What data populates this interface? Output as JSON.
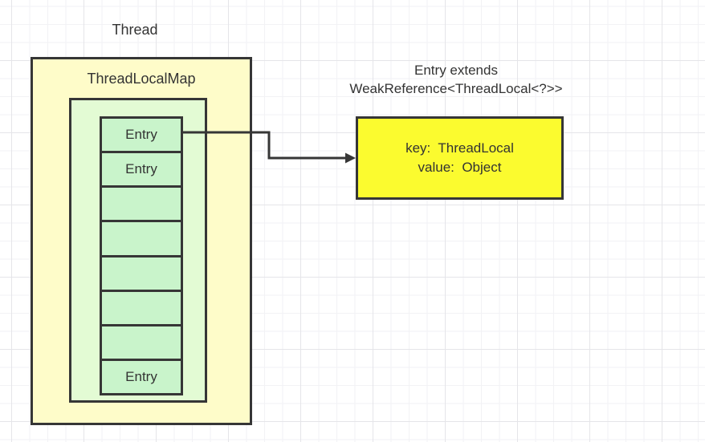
{
  "canvas": {
    "thread_label": "Thread",
    "threadlocalmap": {
      "title": "ThreadLocalMap",
      "entries": [
        "Entry",
        "Entry",
        "",
        "",
        "",
        "",
        "",
        "Entry"
      ]
    },
    "entry_note": {
      "line1": "Entry extends",
      "line2": "WeakReference<ThreadLocal<?>>"
    },
    "entry_detail": {
      "line1": "key:  ThreadLocal",
      "line2": "value:  Object"
    },
    "colors": {
      "outer_box_fill": "#FEFCC9",
      "inner_box_fill": "#E3FBD4",
      "cell_fill": "#C9F4CB",
      "detail_box_fill": "#FBFB2F",
      "border": "#363636",
      "text": "#333333"
    }
  }
}
